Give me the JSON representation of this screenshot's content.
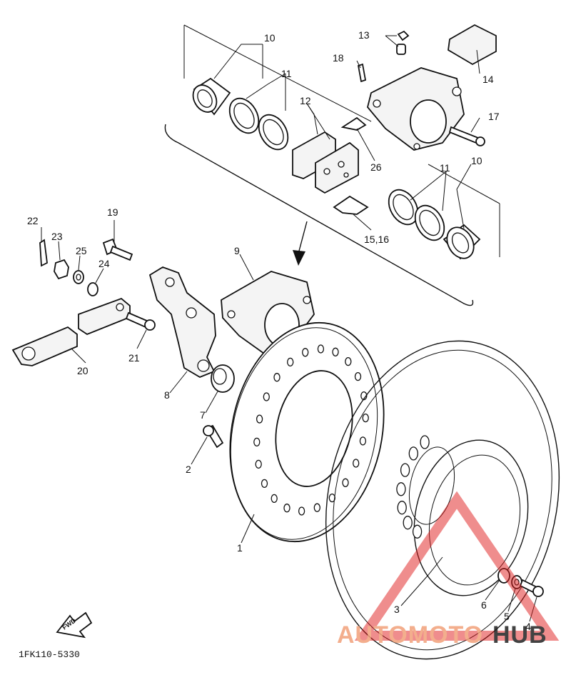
{
  "diagram": {
    "part_code": "1FK110-5330",
    "fwd_label": "FWD",
    "watermark": {
      "part1": "AUTOMOTO",
      "part2": "HUB",
      "color1": "#f2a07a",
      "color2": "#222222",
      "triangle_color": "#e02020"
    },
    "callouts": {
      "c1": "1",
      "c2": "2",
      "c3": "3",
      "c4": "4",
      "c5": "5",
      "c6": "6",
      "c7": "7",
      "c8": "8",
      "c9": "9",
      "c10a": "10",
      "c10b": "10",
      "c11a": "11",
      "c11b": "11",
      "c12": "12",
      "c13": "13",
      "c14": "14",
      "c15_16": "15,16",
      "c17": "17",
      "c18": "18",
      "c19": "19",
      "c20": "20",
      "c21": "21",
      "c22": "22",
      "c23": "23",
      "c24": "24",
      "c25": "25",
      "c26": "26"
    }
  }
}
